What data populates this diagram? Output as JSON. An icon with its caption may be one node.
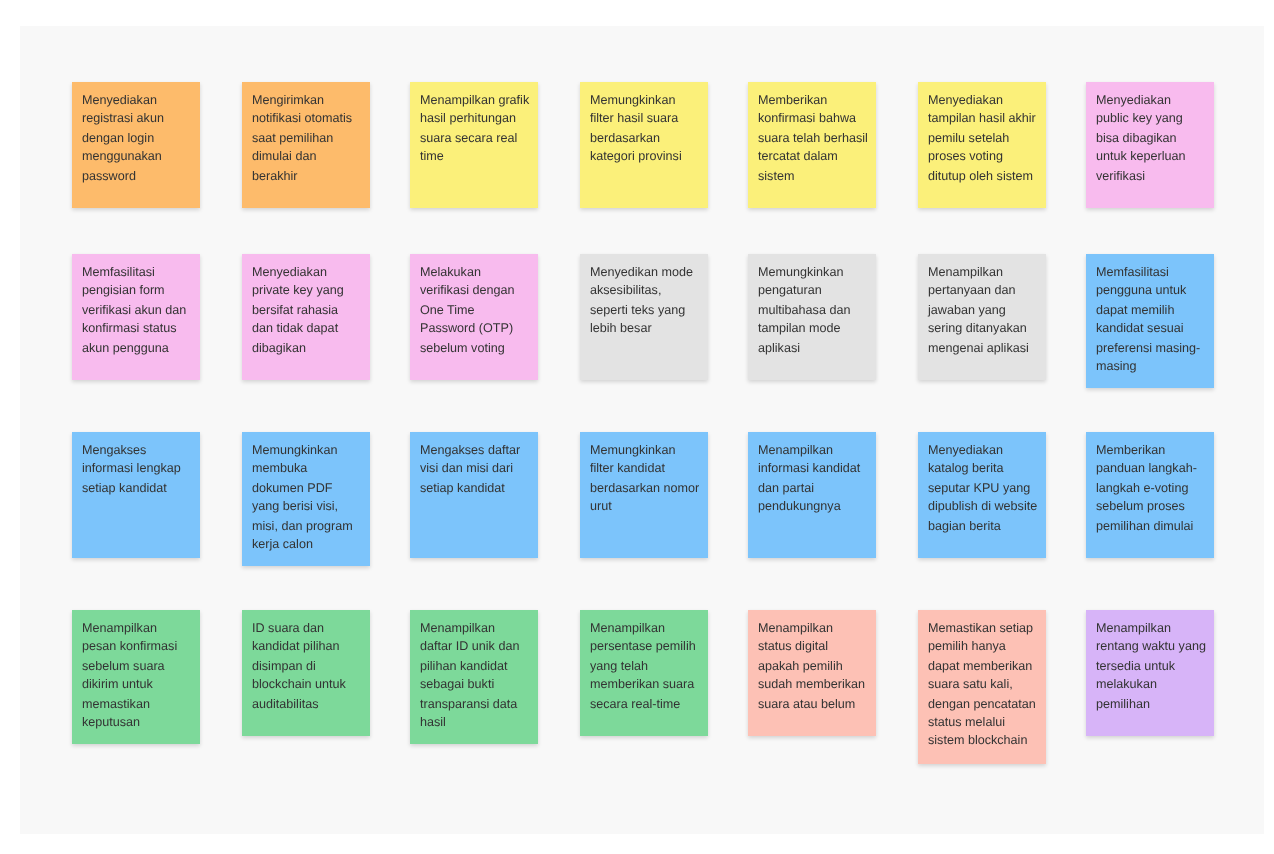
{
  "diagram": {
    "nodes": [
      {
        "text": [
          "Menyediakan registrasi akun dengan login menggunakan password"
        ]
      },
      {
        "text": [
          "Mengirimkan notifikasi otomatis saat pemilihan dimulai dan berakhir"
        ]
      },
      {
        "text": [
          "Menampilkan grafik hasil perhitungan suara secara real time"
        ]
      },
      {
        "text": [
          "Memungkinkan filter hasil suara berdasarkan kategori provinsi"
        ]
      },
      {
        "text": [
          "Memberikan konfirmasi bahwa suara telah berhasil tercatat dalam sistem"
        ]
      },
      {
        "text": [
          "Menyediakan tampilan hasil akhir pemilu setelah proses voting ditutup oleh sistem"
        ]
      },
      {
        "text": [
          "Menyediakan public key yang bisa dibagikan untuk keperluan verifikasi"
        ]
      },
      {
        "text": [
          "Memfasilitasi pengisian form verifikasi akun dan konfirmasi status akun pengguna"
        ]
      },
      {
        "text": [
          "Menyediakan private key yang bersifat rahasia dan tidak dapat dibagikan"
        ]
      },
      {
        "text": [
          "Melakukan verifikasi dengan One Time Password (OTP) sebelum voting"
        ]
      },
      {
        "text": [
          "Menyedikan mode aksesibilitas, seperti teks yang lebih besar"
        ]
      },
      {
        "text": [
          "Memungkinkan pengaturan multibahasa dan tampilan mode aplikasi"
        ]
      },
      {
        "text": [
          "Menampilkan pertanyaan dan jawaban yang sering ditanyakan mengenai aplikasi"
        ]
      },
      {
        "text": [
          "Memfasilitasi pengguna untuk dapat memilih kandidat sesuai preferensi masing-masing"
        ]
      },
      {
        "text": [
          "Mengakses informasi lengkap setiap kandidat"
        ]
      },
      {
        "text": [
          "Memungkinkan membuka dokumen PDF yang berisi visi, misi, dan program kerja calon"
        ]
      },
      {
        "text": [
          "Mengakses daftar visi dan misi dari setiap kandidat"
        ]
      },
      {
        "text": [
          "Memungkinkan filter kandidat berdasarkan nomor urut"
        ]
      },
      {
        "text": [
          "Menampilkan informasi kandidat dan partai pendukungnya"
        ]
      },
      {
        "text": [
          "Menyediakan katalog berita seputar KPU yang dipublish di website bagian berita"
        ]
      },
      {
        "text": [
          "Memberikan panduan langkah-langkah e-voting sebelum proses pemilihan dimulai"
        ]
      },
      {
        "text": [
          "Menampilkan pesan konfirmasi sebelum suara dikirim untuk memastikan keputusan"
        ]
      },
      {
        "text": [
          "ID suara dan kandidat pilihan disimpan di blockchain untuk auditabilitas"
        ]
      },
      {
        "text": [
          "Menampilkan daftar ID unik dan pilihan kandidat sebagai bukti transparansi data hasil"
        ]
      },
      {
        "text": [
          "Menampilkan persentase pemilih yang telah memberikan suara secara real-time"
        ]
      },
      {
        "text": [
          "Menampilkan status digital apakah pemilih sudah memberikan suara atau belum"
        ]
      },
      {
        "text": [
          "Memastikan setiap pemilih hanya dapat memberikan suara satu kali, dengan pencatatan status melalui sistem blockchain"
        ]
      },
      {
        "text": [
          "Menampilkan rentang waktu yang tersedia untuk melakukan pemilihan"
        ]
      }
    ],
    "edges": []
  }
}
